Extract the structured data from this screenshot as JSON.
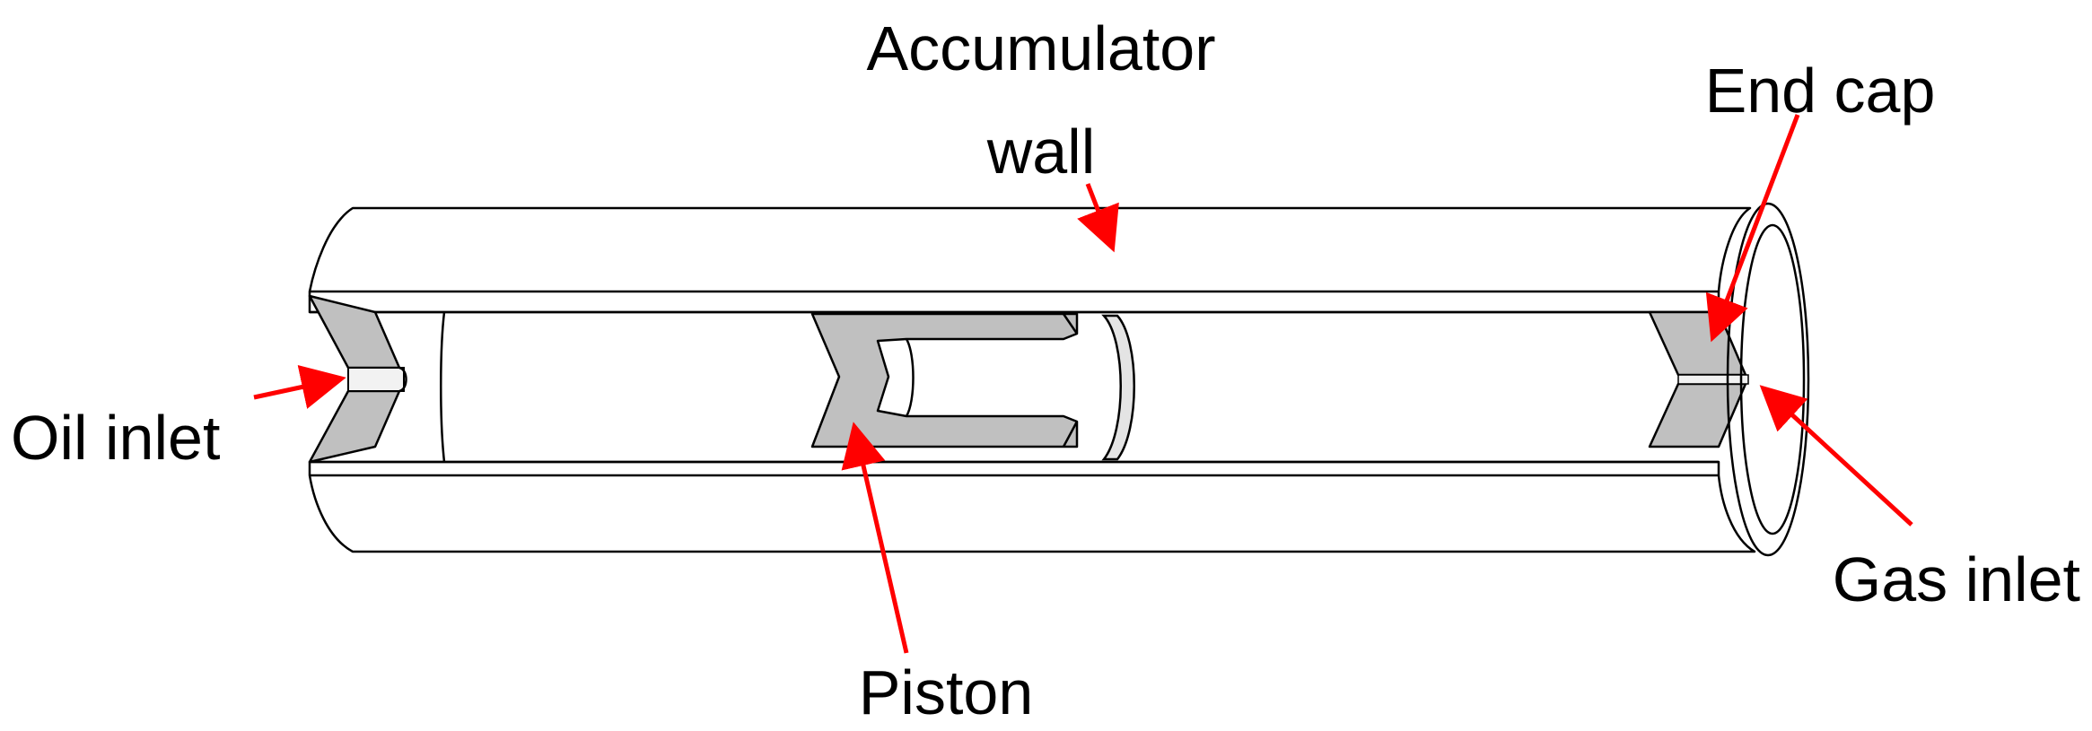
{
  "labels": {
    "accumulator_wall_line1": "Accumulator",
    "accumulator_wall_line2": "wall",
    "end_cap": "End cap",
    "oil_inlet": "Oil inlet",
    "gas_inlet": "Gas inlet",
    "piston": "Piston"
  },
  "colors": {
    "section_fill": "#c0c0c0",
    "tube_fill": "#ffffff",
    "outline": "#000000",
    "arrow": "#ff0000"
  }
}
